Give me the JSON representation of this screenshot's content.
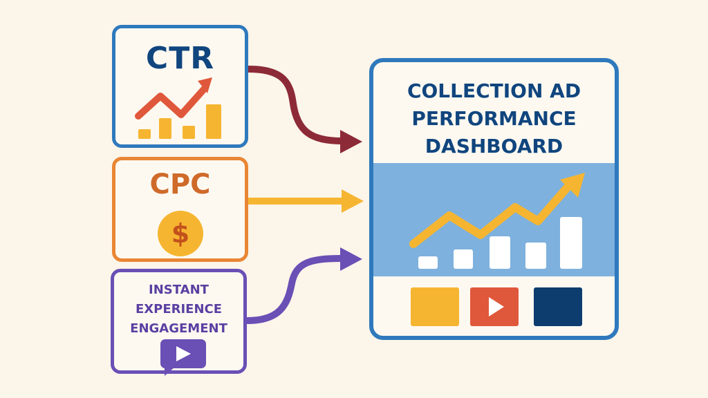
{
  "colors": {
    "background": "#fbf5ea",
    "ctr_border": "#2f79bd",
    "cpc_border": "#e98634",
    "instant_border": "#6a4fb5",
    "arrow_ctr": "#8d2a37",
    "arrow_cpc": "#f6b531",
    "arrow_instant": "#6a4fb5",
    "dashboard_panel": "#7eb1dd"
  },
  "cards": {
    "ctr": {
      "label": "CTR",
      "icon": "trend-up-bar-chart-icon"
    },
    "cpc": {
      "label": "CPC",
      "icon_text": "$",
      "icon": "dollar-coin-icon"
    },
    "instant": {
      "label": "INSTANT\nEXPERIENCE\nENGAGEMENT",
      "icon": "video-play-icon"
    }
  },
  "dashboard": {
    "title": "COLLECTION AD\nPERFORMANCE\nDASHBOARD",
    "icon": "trend-up-bar-chart-icon",
    "tiles": [
      "yellow-square",
      "play-video-tile",
      "navy-square"
    ]
  },
  "arrows": [
    "ctr-to-dashboard",
    "cpc-to-dashboard",
    "instant-to-dashboard"
  ]
}
